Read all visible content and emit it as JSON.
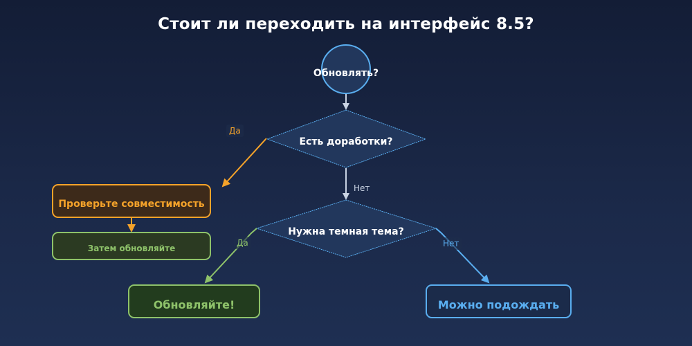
{
  "title": "Стоит ли переходить на интерфейс 8.5?",
  "colors": {
    "background_top": "#131d36",
    "background_bottom": "#1e2f52",
    "node_fill": "#22375c",
    "node_border": "#5aaef0",
    "orange": "#f5a32a",
    "orange_fill": "#3d2a1a",
    "green": "#8ec26a",
    "green_fill": "#233c1e",
    "blue": "#5aaef0",
    "text": "#ffffff"
  },
  "nodes": {
    "start": {
      "label": "Обновлять?",
      "shape": "circle"
    },
    "decision1": {
      "label": "Есть доработки?",
      "shape": "diamond"
    },
    "decision2": {
      "label": "Нужна темная тема?",
      "shape": "diamond"
    },
    "check_compat": {
      "label": "Проверьте совместимость",
      "shape": "rounded-rect"
    },
    "then_update": {
      "label": "Затем обновляйте",
      "shape": "rounded-rect"
    },
    "update": {
      "label": "Обновляйте!",
      "shape": "rounded-rect"
    },
    "can_wait": {
      "label": "Можно подождать",
      "shape": "rounded-rect"
    }
  },
  "edges": [
    {
      "from": "start",
      "to": "decision1",
      "label": ""
    },
    {
      "from": "decision1",
      "to": "check_compat",
      "label": "Да"
    },
    {
      "from": "decision1",
      "to": "decision2",
      "label": "Нет"
    },
    {
      "from": "check_compat",
      "to": "then_update",
      "label": ""
    },
    {
      "from": "decision2",
      "to": "update",
      "label": "Да"
    },
    {
      "from": "decision2",
      "to": "can_wait",
      "label": "Нет"
    }
  ]
}
